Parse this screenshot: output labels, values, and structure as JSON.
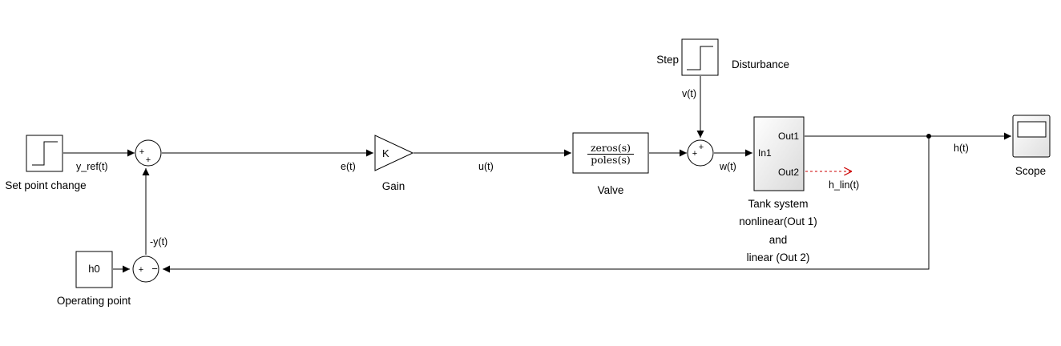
{
  "blocks": {
    "set_point": {
      "label": "Set point change"
    },
    "operating_point": {
      "label": "Operating point",
      "value": "h0"
    },
    "gain": {
      "label": "Gain",
      "value": "K"
    },
    "valve": {
      "label": "Valve",
      "numerator": "zeros(s)",
      "denominator": "poles(s)"
    },
    "step": {
      "label": "Step"
    },
    "disturbance": {
      "label": "Disturbance"
    },
    "tank": {
      "label_lines": [
        "Tank system",
        "nonlinear(Out 1)",
        "and",
        "linear (Out 2)"
      ],
      "in_port": "In1",
      "out_port1": "Out1",
      "out_port2": "Out2"
    },
    "scope": {
      "label": "Scope"
    },
    "sum_main": {
      "signs": [
        "+",
        "+"
      ]
    },
    "sum_feedback": {
      "signs": [
        "+",
        "−"
      ]
    },
    "sum_disturbance": {
      "signs": [
        "+",
        "+"
      ]
    }
  },
  "signals": {
    "y_ref": "y_ref(t)",
    "e": "e(t)",
    "u": "u(t)",
    "w": "w(t)",
    "v": "v(t)",
    "h": "h(t)",
    "h_lin": "h_lin(t)",
    "neg_y": "-y(t)"
  },
  "colors": {
    "unconnected_line": "#cc0000"
  }
}
